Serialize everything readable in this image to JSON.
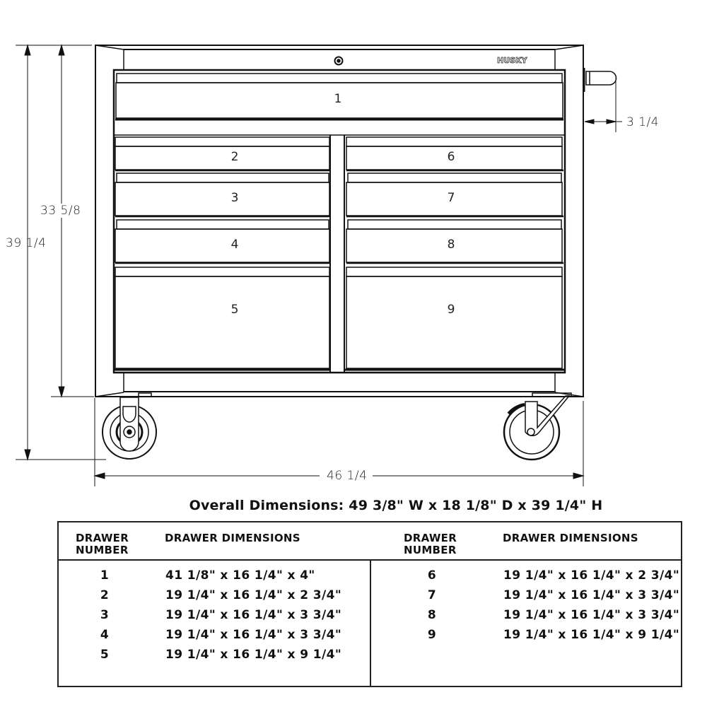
{
  "drawing": {
    "brand": "HUSKY",
    "dimensions": {
      "overall_height": "39 1/4",
      "body_height": "33 5/8",
      "handle_depth": "3 1/4",
      "body_width": "46 1/4"
    },
    "drawer_labels": [
      "1",
      "2",
      "3",
      "4",
      "5",
      "6",
      "7",
      "8",
      "9"
    ]
  },
  "overall_dimensions": "Overall Dimensions: 49 3/8\" W x 18 1/8\" D x 39 1/4\" H",
  "table": {
    "left": {
      "header_number": "DRAWER\nNUMBER",
      "header_dimensions": "DRAWER DIMENSIONS",
      "rows": [
        {
          "number": "1",
          "dimensions": "41 1/8\" x 16 1/4\" x 4\""
        },
        {
          "number": "2",
          "dimensions": "19 1/4\" x 16 1/4\" x 2 3/4\""
        },
        {
          "number": "3",
          "dimensions": "19 1/4\" x 16 1/4\" x 3 3/4\""
        },
        {
          "number": "4",
          "dimensions": "19 1/4\" x 16 1/4\" x 3 3/4\""
        },
        {
          "number": "5",
          "dimensions": "19 1/4\" x 16 1/4\" x 9 1/4\""
        }
      ]
    },
    "right": {
      "header_number": "DRAWER\nNUMBER",
      "header_dimensions": "DRAWER DIMENSIONS",
      "rows": [
        {
          "number": "6",
          "dimensions": "19 1/4\" x 16 1/4\" x 2 3/4\""
        },
        {
          "number": "7",
          "dimensions": "19 1/4\" x 16 1/4\" x 3 3/4\""
        },
        {
          "number": "8",
          "dimensions": "19 1/4\" x 16 1/4\" x 3 3/4\""
        },
        {
          "number": "9",
          "dimensions": "19 1/4\" x 16 1/4\" x 9 1/4\""
        }
      ]
    }
  }
}
